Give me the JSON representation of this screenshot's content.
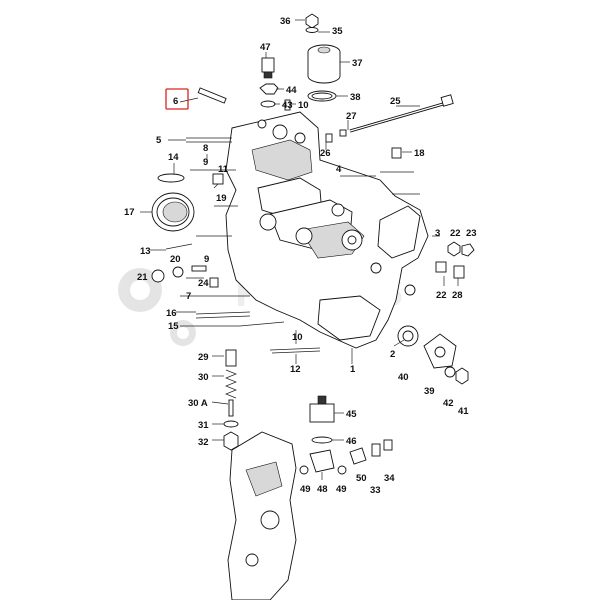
{
  "watermark": {
    "text": "PAR  TS"
  },
  "callouts": [
    {
      "id": "c36",
      "text": "36"
    },
    {
      "id": "c35",
      "text": "35"
    },
    {
      "id": "c37",
      "text": "37"
    },
    {
      "id": "c47",
      "text": "47"
    },
    {
      "id": "c44",
      "text": "44"
    },
    {
      "id": "c43",
      "text": "43"
    },
    {
      "id": "c10a",
      "text": "10"
    },
    {
      "id": "c38",
      "text": "38"
    },
    {
      "id": "c25",
      "text": "25"
    },
    {
      "id": "c6",
      "text": "6"
    },
    {
      "id": "c27",
      "text": "27"
    },
    {
      "id": "c5",
      "text": "5"
    },
    {
      "id": "c8",
      "text": "8"
    },
    {
      "id": "c9a",
      "text": "9"
    },
    {
      "id": "c26",
      "text": "26"
    },
    {
      "id": "c18",
      "text": "18"
    },
    {
      "id": "c14",
      "text": "14"
    },
    {
      "id": "c4",
      "text": "4"
    },
    {
      "id": "c11",
      "text": "11"
    },
    {
      "id": "c19",
      "text": "19"
    },
    {
      "id": "c17",
      "text": "17"
    },
    {
      "id": "c3",
      "text": "3"
    },
    {
      "id": "c22a",
      "text": "22"
    },
    {
      "id": "c23",
      "text": "23"
    },
    {
      "id": "c13",
      "text": "13"
    },
    {
      "id": "c20",
      "text": "20"
    },
    {
      "id": "c9b",
      "text": "9"
    },
    {
      "id": "c21",
      "text": "21"
    },
    {
      "id": "c24",
      "text": "24"
    },
    {
      "id": "c7",
      "text": "7"
    },
    {
      "id": "c22b",
      "text": "22"
    },
    {
      "id": "c28",
      "text": "28"
    },
    {
      "id": "c16",
      "text": "16"
    },
    {
      "id": "c15",
      "text": "15"
    },
    {
      "id": "c10b",
      "text": "10"
    },
    {
      "id": "c2",
      "text": "2"
    },
    {
      "id": "c29",
      "text": "29"
    },
    {
      "id": "c12",
      "text": "12"
    },
    {
      "id": "c1",
      "text": "1"
    },
    {
      "id": "c40",
      "text": "40"
    },
    {
      "id": "c39",
      "text": "39"
    },
    {
      "id": "c30",
      "text": "30"
    },
    {
      "id": "c30A",
      "text": "30 A"
    },
    {
      "id": "c45",
      "text": "45"
    },
    {
      "id": "c42",
      "text": "42"
    },
    {
      "id": "c41",
      "text": "41"
    },
    {
      "id": "c31",
      "text": "31"
    },
    {
      "id": "c32",
      "text": "32"
    },
    {
      "id": "c46",
      "text": "46"
    },
    {
      "id": "c50",
      "text": "50"
    },
    {
      "id": "c34",
      "text": "34"
    },
    {
      "id": "c49a",
      "text": "49"
    },
    {
      "id": "c48",
      "text": "48"
    },
    {
      "id": "c49b",
      "text": "49"
    },
    {
      "id": "c33",
      "text": "33"
    }
  ],
  "selected_callout": "6"
}
